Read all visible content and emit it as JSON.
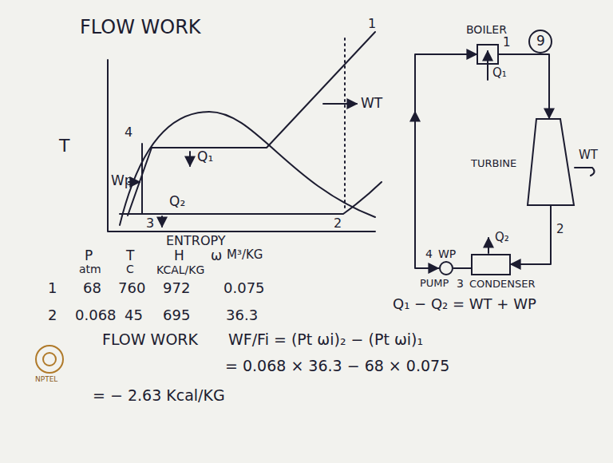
{
  "diagram": {
    "title": "FLOW WORK",
    "nodes": [
      {
        "text": [
          "BOILER"
        ]
      },
      {
        "text": [
          "TURBINE"
        ]
      },
      {
        "text": [
          "CONDENSER"
        ]
      },
      {
        "text": [
          "PUMP"
        ]
      }
    ],
    "edges": [
      {
        "from": 0,
        "to": 1,
        "arrow": "to"
      },
      {
        "from": 1,
        "to": 2,
        "arrow": "to"
      },
      {
        "from": 2,
        "to": 3,
        "arrow": "none"
      },
      {
        "from": 3,
        "to": 0,
        "arrow": "to"
      }
    ],
    "labels": [
      "9",
      "T",
      "1",
      "2",
      "3",
      "4",
      "Q₁",
      "Q₂",
      "Wp",
      "ENTROPY",
      "WT",
      "Q₁",
      "1",
      "WT",
      "2",
      "4",
      "WP",
      "Q₂",
      "3",
      "P",
      "atm",
      "T",
      "C",
      "H",
      "KCAL/KG",
      "ω",
      "M³/KG",
      "1",
      "68",
      "760",
      "972",
      "0.075",
      "2",
      "0.068",
      "45",
      "695",
      "36.3",
      "Q₁ − Q₂ = WT + WP",
      "FLOW WORK",
      "WF/Fi = (Pt ωi)₂ − (Pt ωi)₁",
      "= 0.068 × 36.3 − 68 × 0.075",
      "= − 2.63 Kcal/KG",
      "NPTEL"
    ]
  }
}
